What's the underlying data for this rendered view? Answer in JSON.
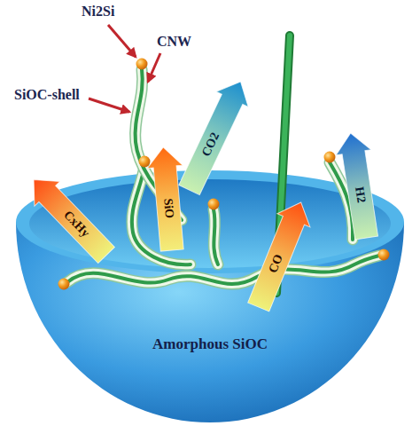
{
  "diagram": {
    "nodes": [
      {
        "text": [
          "CxHy"
        ]
      },
      {
        "text": [
          "SiO"
        ]
      },
      {
        "text": [
          "CO2"
        ]
      },
      {
        "text": [
          "H2"
        ]
      },
      {
        "text": [
          "CO"
        ]
      },
      {
        "text": [
          "Amorphous SiOC"
        ]
      }
    ],
    "labels": [
      "Ni2Si",
      "CNW",
      "SiOC-shell"
    ]
  }
}
